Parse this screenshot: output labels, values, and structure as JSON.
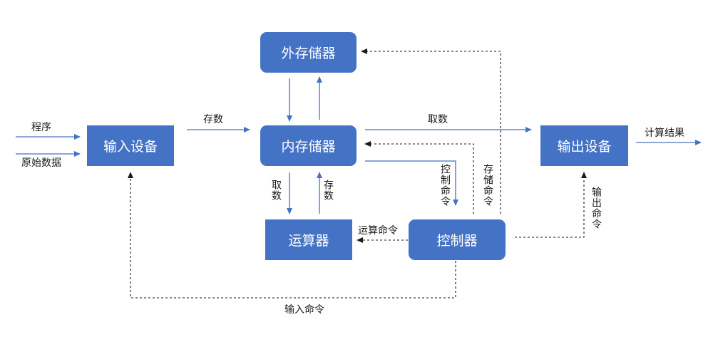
{
  "colors": {
    "box": "#4472C4",
    "solid_arrow": "#4472C4",
    "dashed_arrow": "#1a1a1a"
  },
  "boxes": {
    "external_storage": "外存储器",
    "input_device": "输入设备",
    "internal_storage": "内存储器",
    "output_device": "输出设备",
    "alu": "运算器",
    "controller": "控制器"
  },
  "labels": {
    "program": "程序",
    "raw_data": "原始数据",
    "store_data_top": "存数",
    "fetch_data_top": "取数",
    "calc_result": "计算结果",
    "fetch_data_left": "取数",
    "store_data_right": "存数",
    "control_command": "控制命令",
    "storage_command": "存储命令",
    "output_command": "输出命令",
    "compute_command": "运算命令",
    "input_command": "输入命令"
  }
}
